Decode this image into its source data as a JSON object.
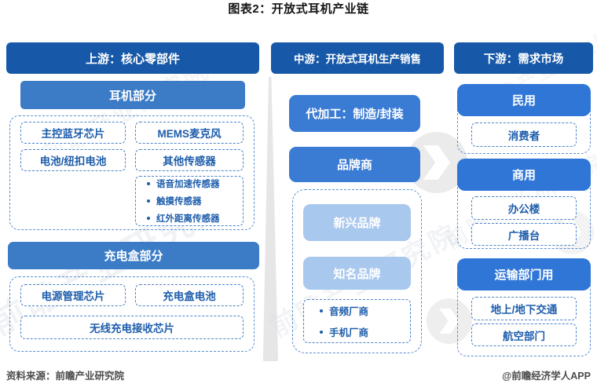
{
  "title": "图表2：开放式耳机产业链",
  "upstream": {
    "header": "上游：核心零部件",
    "earphone": {
      "title": "耳机部分",
      "boxes": [
        "主控蓝牙芯片",
        "MEMS麦克风",
        "电池/纽扣电池",
        "其他传感器"
      ],
      "sensor_bullets": [
        "语音加速传感器",
        "触摸传感器",
        "红外距离传感器"
      ]
    },
    "charging": {
      "title": "充电盒部分",
      "boxes": [
        "电源管理芯片",
        "充电盒电池",
        "无线充电接收芯片"
      ]
    }
  },
  "midstream": {
    "header": "中游：开放式耳机生产销售",
    "oem": "代加工：制造/封装",
    "brand": "品牌商",
    "brand_types": [
      "新兴品牌",
      "知名品牌"
    ],
    "brand_bullets": [
      "音频厂商",
      "手机厂商"
    ]
  },
  "downstream": {
    "header": "下游：需求市场",
    "sections": [
      {
        "title": "民用",
        "boxes": [
          "消费者"
        ]
      },
      {
        "title": "商用",
        "boxes": [
          "办公楼",
          "广播台"
        ]
      },
      {
        "title": "运输部门用",
        "boxes": [
          "地上/地下交通",
          "航空部门"
        ]
      }
    ]
  },
  "footer": {
    "source": "资料来源：前瞻产业研究院",
    "credit": "@前瞻经济学人APP"
  },
  "watermark": {
    "brand": "前瞻产业研究院"
  },
  "colors": {
    "dark_blue": "#1759A8",
    "left_bar_blue": "#3C7CC6",
    "mid_button_blue": "#3A7BD4",
    "right_bar_blue": "#2F76D6",
    "light_blue": "#A9C8EE",
    "dashed_border_blue": "#4B83C9",
    "box_text_blue": "#1D5DAB",
    "footer_gray": "#4c4c4c"
  }
}
